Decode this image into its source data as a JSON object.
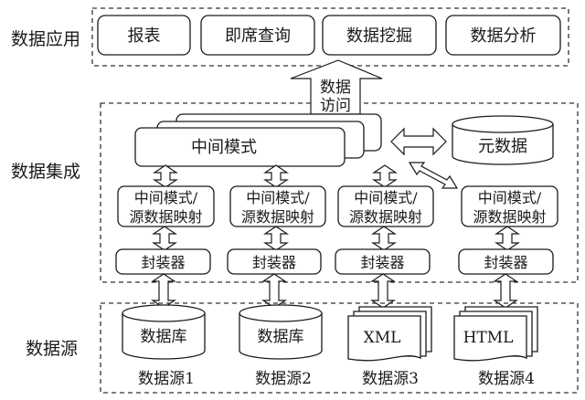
{
  "layers": {
    "application": {
      "label": "数据应用",
      "items": [
        "报表",
        "即席查询",
        "数据挖掘",
        "数据分析"
      ]
    },
    "integration": {
      "label": "数据集成",
      "mediated_schema": "中间模式",
      "metadata": "元数据",
      "data_access": [
        "数据",
        "访问"
      ],
      "mappings": [
        [
          "中间模式/",
          "源数据映射"
        ],
        [
          "中间模式/",
          "源数据映射"
        ],
        [
          "中间模式/",
          "源数据映射"
        ],
        [
          "中间模式/",
          "源数据映射"
        ]
      ],
      "wrappers": [
        "封装器",
        "封装器",
        "封装器",
        "封装器"
      ]
    },
    "sources": {
      "label": "数据源",
      "items": [
        {
          "kind": "database",
          "text": "数据库",
          "caption": "数据源1"
        },
        {
          "kind": "database",
          "text": "数据库",
          "caption": "数据源2"
        },
        {
          "kind": "documents",
          "text": "XML",
          "caption": "数据源3"
        },
        {
          "kind": "documents",
          "text": "HTML",
          "caption": "数据源4"
        }
      ]
    }
  },
  "colors": {
    "stroke": "#1a1a1a",
    "fill": "#ffffff",
    "dash": "#333333"
  }
}
